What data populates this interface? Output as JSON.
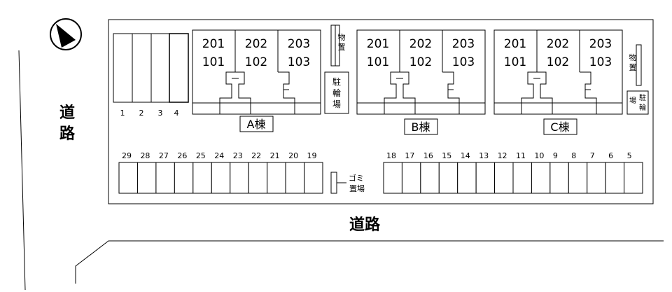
{
  "road_labels": {
    "left": [
      "道",
      "路"
    ],
    "bottom": "道路"
  },
  "compass": {
    "icon": "north-arrow-icon"
  },
  "buildings": [
    {
      "label": "A棟",
      "upper_units": [
        "201",
        "202",
        "203"
      ],
      "lower_units": [
        "101",
        "102",
        "103"
      ]
    },
    {
      "label": "B棟",
      "upper_units": [
        "201",
        "202",
        "203"
      ],
      "lower_units": [
        "101",
        "102",
        "103"
      ]
    },
    {
      "label": "C棟",
      "upper_units": [
        "201",
        "202",
        "203"
      ],
      "lower_units": [
        "101",
        "102",
        "103"
      ]
    }
  ],
  "storage_labels": {
    "storage_1": [
      "物",
      "置"
    ],
    "storage_2": [
      "物",
      "置"
    ],
    "bicycle_1": [
      "駐",
      "輪",
      "場"
    ],
    "bicycle_2": [
      "駐",
      "輪",
      "場"
    ],
    "garbage": [
      "ゴミ",
      "置場"
    ]
  },
  "parking": {
    "top_left": [
      "1",
      "2",
      "3",
      "4"
    ],
    "bottom_left": [
      "29",
      "28",
      "27",
      "26",
      "25",
      "24",
      "23",
      "22",
      "21",
      "20",
      "19"
    ],
    "bottom_right": [
      "18",
      "17",
      "16",
      "15",
      "14",
      "13",
      "12",
      "11",
      "10",
      "9",
      "8",
      "7",
      "6",
      "5"
    ]
  },
  "colors": {
    "line": "#000000",
    "background": "#ffffff"
  }
}
